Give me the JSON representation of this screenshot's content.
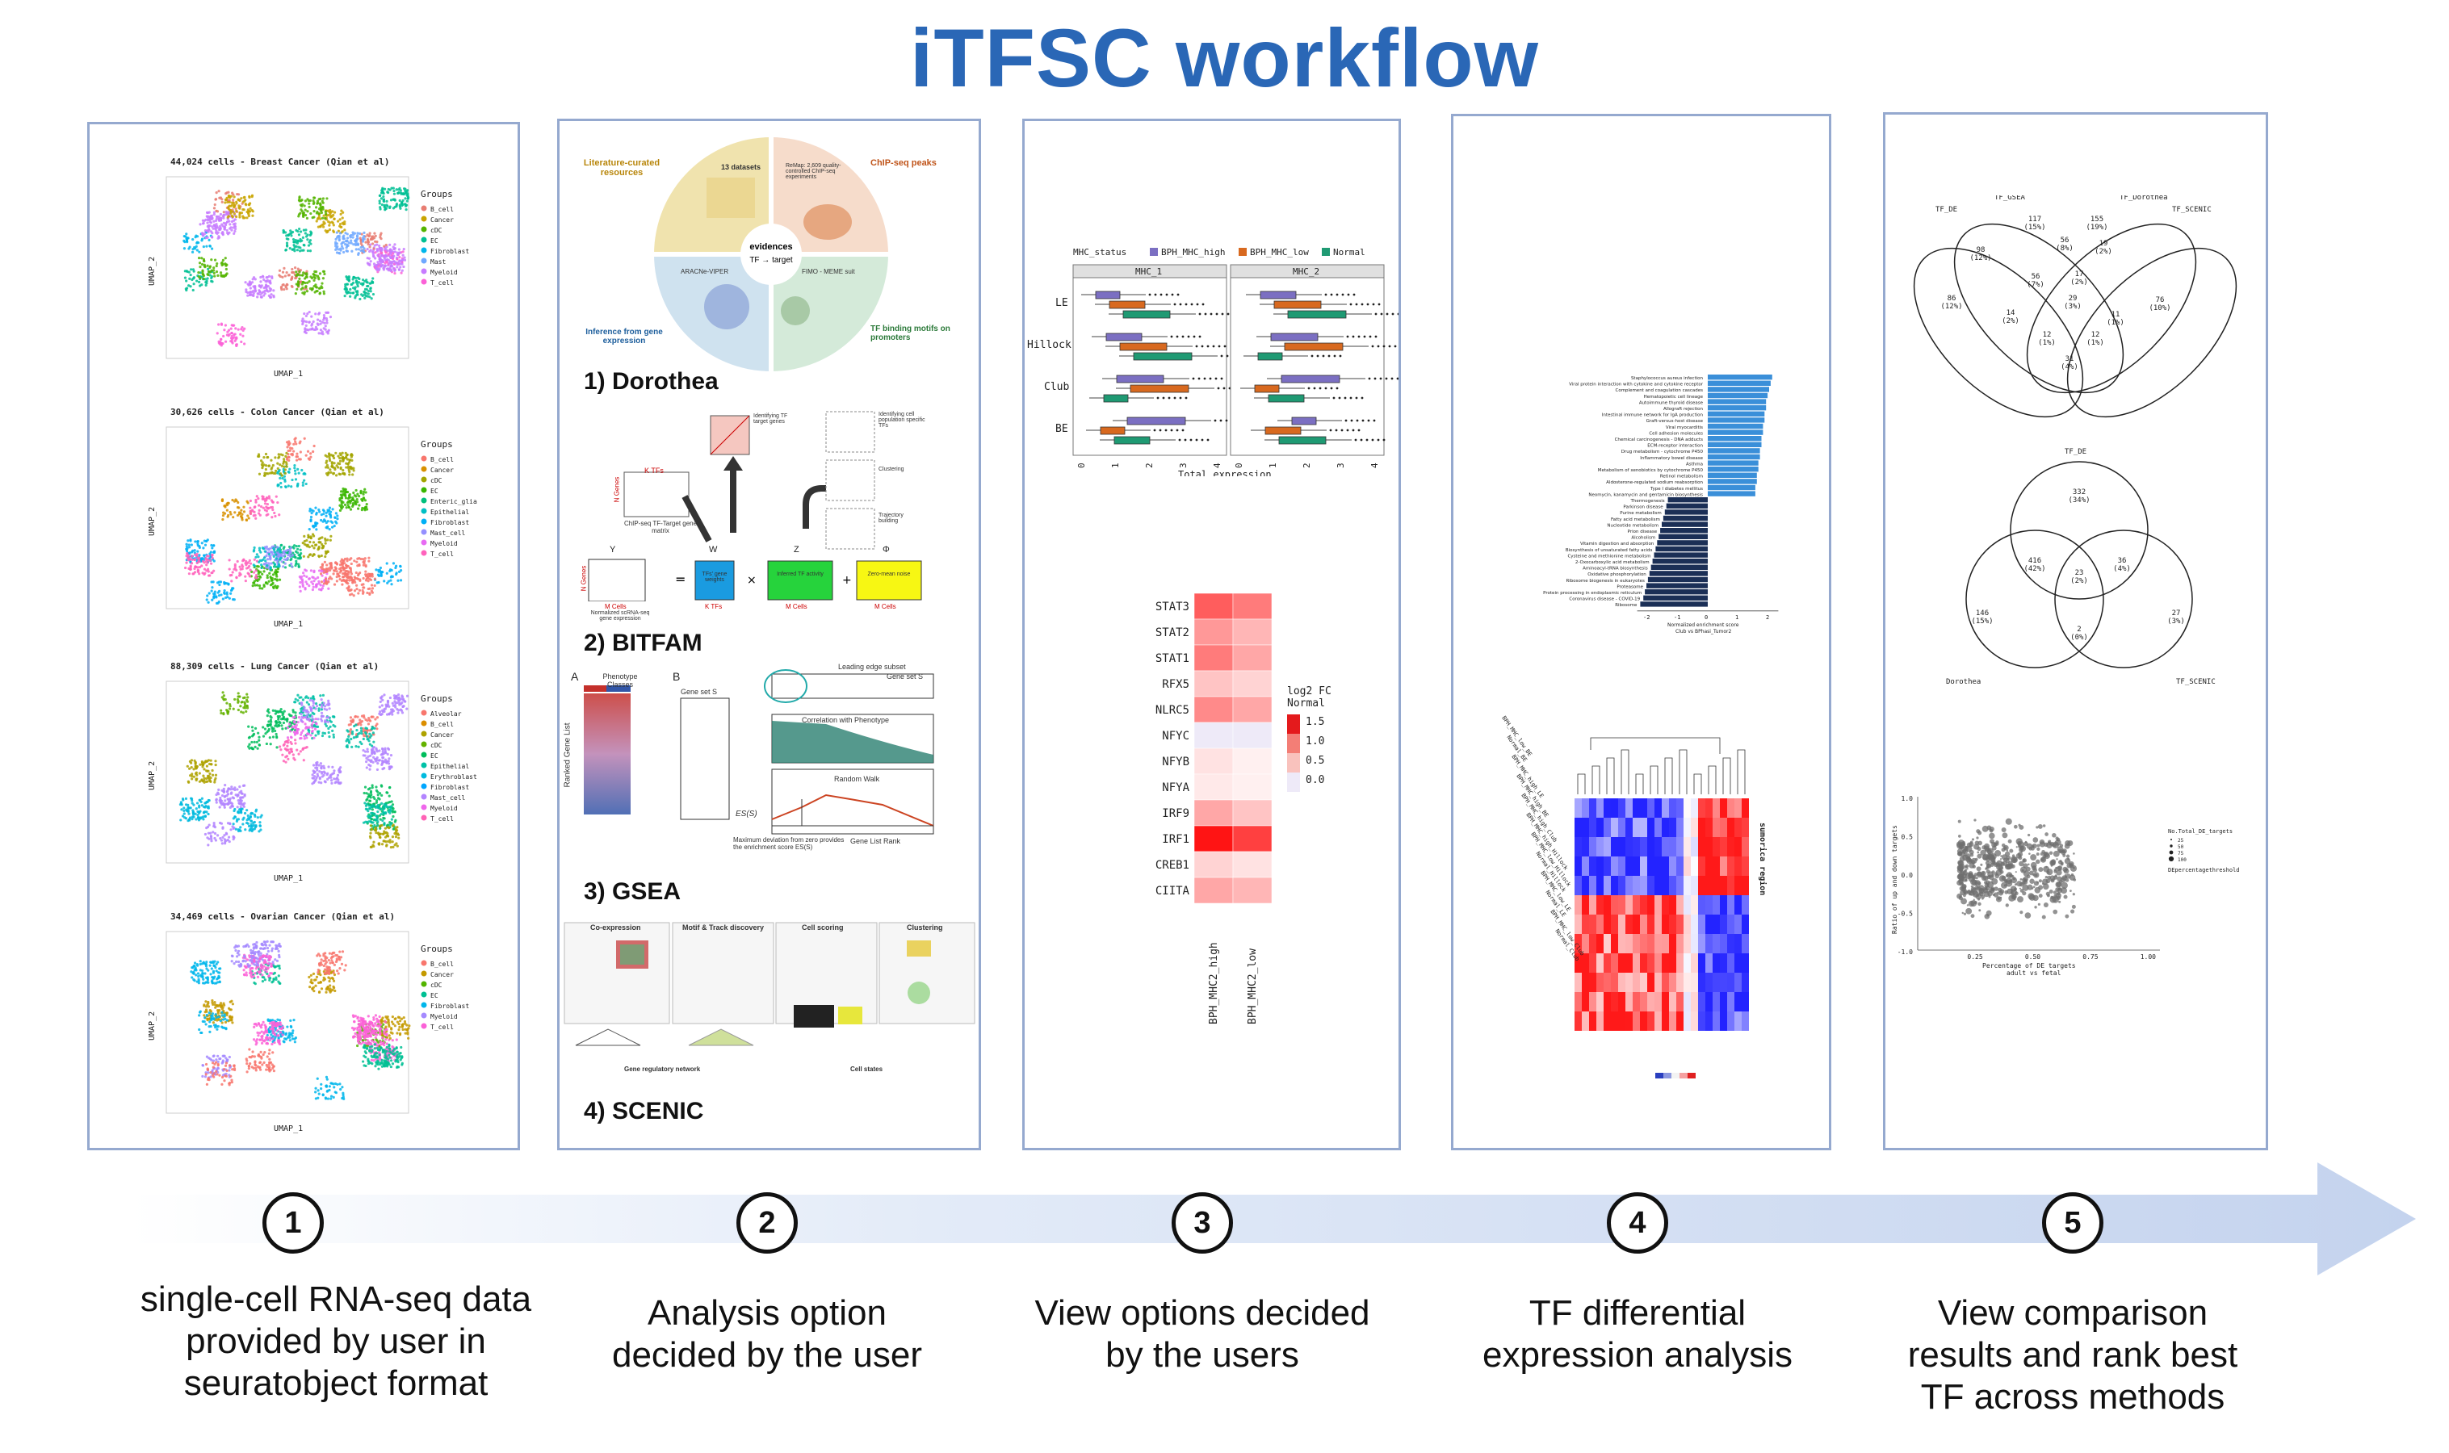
{
  "title": "iTFSC workflow",
  "colors": {
    "title_blue": "#2a67b6",
    "panel_border": "#95a9cf",
    "arrow_light": "#eef3fb",
    "arrow_dark": "#c9d6ef"
  },
  "steps": [
    {
      "number": "1",
      "lines": [
        "single-cell RNA-seq data",
        "provided by user in",
        "seuratobject format"
      ]
    },
    {
      "number": "2",
      "lines": [
        "Analysis option",
        "decided by the user"
      ]
    },
    {
      "number": "3",
      "lines": [
        "View options decided",
        "by the users"
      ]
    },
    {
      "number": "4",
      "lines": [
        "TF differential",
        "expression analysis"
      ]
    },
    {
      "number": "5",
      "lines": [
        "View comparison",
        "results and rank best",
        "TF across methods"
      ]
    }
  ],
  "panel1": {
    "umaps": [
      {
        "title": "44,024 cells - Breast Cancer (Qian et al)",
        "legend_title": "Groups",
        "groups": [
          "B_cell",
          "Cancer",
          "cDC",
          "EC",
          "Fibroblast",
          "Mast",
          "Myeloid",
          "T_cell"
        ],
        "group_colors": [
          "#e87d72",
          "#c9a400",
          "#53b400",
          "#00c094",
          "#00b6eb",
          "#6fa8ff",
          "#c77cff",
          "#fb61d7"
        ],
        "ylabel": "UMAP_2",
        "xlabel": "UMAP_1"
      },
      {
        "title": "30,626 cells - Colon Cancer (Qian et al)",
        "legend_title": "Groups",
        "groups": [
          "B_cell",
          "Cancer",
          "cDC",
          "EC",
          "Enteric_glia",
          "Epithelial",
          "Fibroblast",
          "Mast_cell",
          "Myeloid",
          "T_cell"
        ],
        "group_colors": [
          "#f8766d",
          "#d89000",
          "#a3a500",
          "#39b600",
          "#00bf7d",
          "#00bfc4",
          "#00b0f6",
          "#9590ff",
          "#e76bf3",
          "#ff62bc"
        ],
        "ylabel": "UMAP_2",
        "xlabel": "UMAP_1"
      },
      {
        "title": "88,309 cells - Lung Cancer (Qian et al)",
        "legend_title": "Groups",
        "groups": [
          "Alveolar",
          "B_cell",
          "Cancer",
          "cDC",
          "EC",
          "Epithelial",
          "Erythroblast",
          "Fibroblast",
          "Mast_cell",
          "Myeloid",
          "T_cell"
        ],
        "group_colors": [
          "#f8766d",
          "#db8e00",
          "#aea200",
          "#64b200",
          "#00bd5c",
          "#00c1a7",
          "#00bade",
          "#00a6ff",
          "#b385ff",
          "#ef67eb",
          "#ff63b6"
        ],
        "ylabel": "UMAP_2",
        "xlabel": "UMAP_1"
      },
      {
        "title": "34,469 cells - Ovarian Cancer (Qian et al)",
        "legend_title": "Groups",
        "groups": [
          "B_cell",
          "Cancer",
          "cDC",
          "EC",
          "Fibroblast",
          "Myeloid",
          "T_cell"
        ],
        "group_colors": [
          "#f8766d",
          "#c49a00",
          "#53b400",
          "#00c094",
          "#00b6eb",
          "#a58aff",
          "#fb61d7"
        ],
        "ylabel": "UMAP_2",
        "xlabel": "UMAP_1"
      }
    ]
  },
  "panel2": {
    "dorothea": {
      "quadrants": [
        "Literature-curated resources",
        "ChIP-seq peaks",
        "Inference from gene expression",
        "TF binding motifs on promoters"
      ],
      "center_top": "evidences",
      "center_bottom": "TF → target",
      "q1_detail": "13 datasets",
      "q2_detail": "ReMap: 2,609 quality-controlled ChIP-seq experiments",
      "q3_detail": "ARACNe-VIPER",
      "q4_detail": "FIMO - MEME suit",
      "caption": "1) Dorothea"
    },
    "bitfam": {
      "labels": [
        "K TFs",
        "N Genes",
        "ChIP-seq TF-Target gene matrix",
        "Identifying TF target genes",
        "Identifying cell population specific TFs",
        "Clustering",
        "Trajectory building",
        "Y",
        "W",
        "Z",
        "Φ",
        "TFs' gene weights",
        "Inferred TF activity",
        "Zero-mean noise",
        "K TFs",
        "M Cells",
        "M Cells",
        "Normalized scRNA-seq gene expression",
        "N Genes",
        "M Cells"
      ],
      "caption": "2) BITFAM"
    },
    "gsea": {
      "labels": [
        "A",
        "B",
        "Phenotype Classes",
        "Gene set S",
        "Ranked Gene List",
        "Leading edge subset",
        "Gene set S",
        "Correlation with Phenotype",
        "Random Walk",
        "ES(S)",
        "Gene List Rank",
        "Maximum deviation from zero provides the enrichment score ES(S)"
      ],
      "caption": "3) GSEA"
    },
    "scenic": {
      "labels": [
        "Co-expression",
        "Motif & Track discovery",
        "Cell scoring",
        "Clustering",
        "Gene regulatory network",
        "Cell states"
      ],
      "caption": "4) SCENIC"
    }
  },
  "panel3": {
    "boxplot": {
      "legend_title": "MHC_status",
      "legend_items": [
        "BPH_MHC_high",
        "BPH_MHC_low",
        "Normal"
      ],
      "legend_colors": [
        "#7b6fc2",
        "#d8691f",
        "#1f9a73"
      ],
      "facets": [
        "MHC_1",
        "MHC_2"
      ],
      "rows": [
        "LE",
        "Hillock",
        "Club",
        "BE"
      ],
      "xlabel": "Total expression",
      "ticks": [
        "0",
        "1",
        "2",
        "3",
        "4"
      ]
    },
    "heatmap": {
      "genes": [
        "STAT3",
        "STAT2",
        "STAT1",
        "RFX5",
        "NLRC5",
        "NFYC",
        "NFYB",
        "NFYA",
        "IRF9",
        "IRF1",
        "CREB1",
        "CIITA"
      ],
      "columns": [
        "BPH_MHC2_high",
        "BPH_MHC2_low"
      ],
      "legend_title": "log2 FC",
      "legend_subtitle": "Normal",
      "legend_ticks": [
        "1.5",
        "1.0",
        "0.5",
        "0.0"
      ],
      "values": [
        [
          1.1,
          0.9
        ],
        [
          0.7,
          0.5
        ],
        [
          0.9,
          0.6
        ],
        [
          0.4,
          0.3
        ],
        [
          0.8,
          0.6
        ],
        [
          0.05,
          0.05
        ],
        [
          0.2,
          0.1
        ],
        [
          0.15,
          0.1
        ],
        [
          0.6,
          0.4
        ],
        [
          1.6,
          1.3
        ],
        [
          0.3,
          0.2
        ],
        [
          0.6,
          0.5
        ]
      ]
    }
  },
  "panel4": {
    "barplot": {
      "xlabel": "Normalized enrichment score",
      "xlabel2": "Club vs BPhasi_Tumor2",
      "ticks": [
        "-2",
        "-1",
        "0",
        "1",
        "2"
      ],
      "pathways": [
        "Staphylococcus aureus infection",
        "Viral protein interaction with cytokine and cytokine receptor",
        "Complement and coagulation cascades",
        "Hematopoietic cell lineage",
        "Autoimmune thyroid disease",
        "Allograft rejection",
        "Intestinal immune network for IgA production",
        "Graft-versus-host disease",
        "Viral myocarditis",
        "Cell adhesion molecules",
        "Chemical carcinogenesis - DNA adducts",
        "ECM-receptor interaction",
        "Drug metabolism - cytochrome P450",
        "Inflammatory bowel disease",
        "Asthma",
        "Metabolism of xenobiotics by cytochrome P450",
        "Retinol metabolism",
        "Aldosterone-regulated sodium reabsorption",
        "Type I diabetes mellitus",
        "Neomycin, kanamycin and gentamicin biosynthesis",
        "Thermogenesis",
        "Parkinson disease",
        "Purine metabolism",
        "Fatty acid metabolism",
        "Nucleotide metabolism",
        "Prion disease",
        "Alcoholism",
        "Vitamin digestion and absorption",
        "Biosynthesis of unsaturated fatty acids",
        "Cysteine and methionine metabolism",
        "2-Oxocarboxylic acid metabolism",
        "Aminoacyl-tRNA biosynthesis",
        "Oxidative phosphorylation",
        "Ribosome biogenesis in eukaryotes",
        "Proteasome",
        "Protein processing in endoplasmic reticulum",
        "Coronavirus disease - COVID-19",
        "Ribosome"
      ],
      "scores": [
        2.1,
        2.05,
        2.0,
        1.95,
        1.9,
        1.9,
        1.85,
        1.85,
        1.8,
        1.8,
        1.75,
        1.75,
        1.7,
        1.7,
        1.65,
        1.65,
        1.6,
        1.6,
        1.55,
        1.55,
        -1.3,
        -1.35,
        -1.4,
        -1.45,
        -1.5,
        -1.55,
        -1.6,
        -1.65,
        -1.7,
        -1.75,
        -1.8,
        -1.85,
        -1.9,
        -1.95,
        -2.0,
        -2.05,
        -2.1,
        -2.2
      ]
    },
    "heatmap": {
      "side_label": "sumorica region",
      "row_labels": [
        "BPH_MHC_low_BE",
        "Normal_BE",
        "BPH_MHC_high_LE",
        "BPH_MHC_high_BE",
        "BPH_MHC_high_Club",
        "BPH_MHC_high_Hillock",
        "BPH_MHC_low_Hillock",
        "Normal_Hillock",
        "BPH_MHC_low_LE",
        "Normal_LE",
        "BPH_MHC_low_Club",
        "Normal_Club"
      ]
    }
  },
  "panel5": {
    "venn4": {
      "labels": [
        "TF_GSEA",
        "TF_Dorothea",
        "TF_DE",
        "TF_SCENIC"
      ],
      "counts": [
        "117 (15%)",
        "155 (19%)",
        "56 (8%)",
        "19 (2%)",
        "98 (12%)",
        "17 (2%)",
        "56 (7%)",
        "29 (3%)",
        "86 (12%)",
        "14 (2%)",
        "76 (10%)",
        "11 (1%)",
        "12 (1%)",
        "12 (1%)",
        "31 (4%)"
      ]
    },
    "venn3": {
      "labels": [
        "TF_DE",
        "Dorothea",
        "TF_SCENIC"
      ],
      "counts": [
        "332 (34%)",
        "416 (42%)",
        "23 (2%)",
        "36 (4%)",
        "146 (15%)",
        "27 (3%)",
        "2 (0%)"
      ]
    },
    "scatter": {
      "xlabel": "Percentage of DE targets",
      "xlabel2": "adult vs fetal",
      "ylabel": "Ratio of up and down targets",
      "xticks": [
        "0.25",
        "0.50",
        "0.75",
        "1.00"
      ],
      "yticks": [
        "1.0",
        "0.5",
        "0.0",
        "-0.5",
        "-1.0"
      ],
      "legend_title": "No.Total_DE_targets",
      "legend_items": [
        "25",
        "50",
        "75",
        "100"
      ],
      "legend_title2": "DEpercentagethreshold"
    }
  }
}
